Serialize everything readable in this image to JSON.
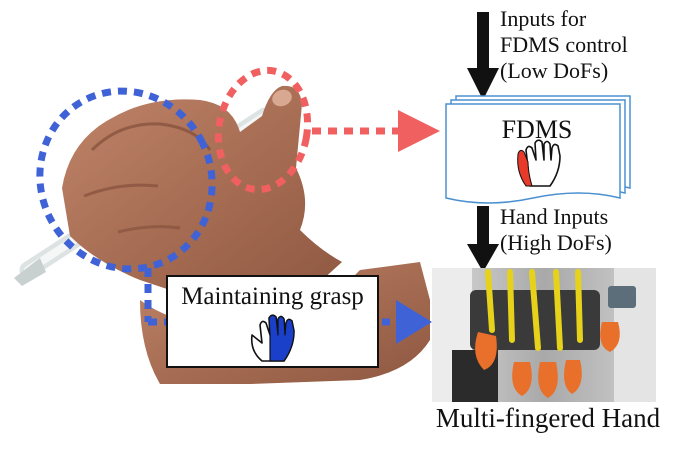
{
  "labels": {
    "inputs_line1": "Inputs for",
    "inputs_line2": "FDMS control",
    "inputs_line3": "(Low DoFs)",
    "fdms_title": "FDMS",
    "hand_inputs_line1": "Hand Inputs",
    "hand_inputs_line2": "(High DoFs)",
    "grasp_label": "Maintaining grasp",
    "robot_caption": "Multi-fingered Hand"
  },
  "colors": {
    "thumb_highlight": "#f06060",
    "grasp_highlight": "#3f63d6",
    "fdms_border": "#4a90d0",
    "arrow_black": "#111111",
    "hand_icon_red": "#e83a2a",
    "hand_icon_blue": "#1a3fc8",
    "skin": "#b5775e",
    "robot_orange": "#e8702a",
    "robot_yellow": "#e6d21a"
  },
  "icons": [
    "thumb-highlight-ellipse",
    "grasp-highlight-ellipse",
    "hand-icon-red-thumb",
    "hand-icon-blue-fingers"
  ]
}
